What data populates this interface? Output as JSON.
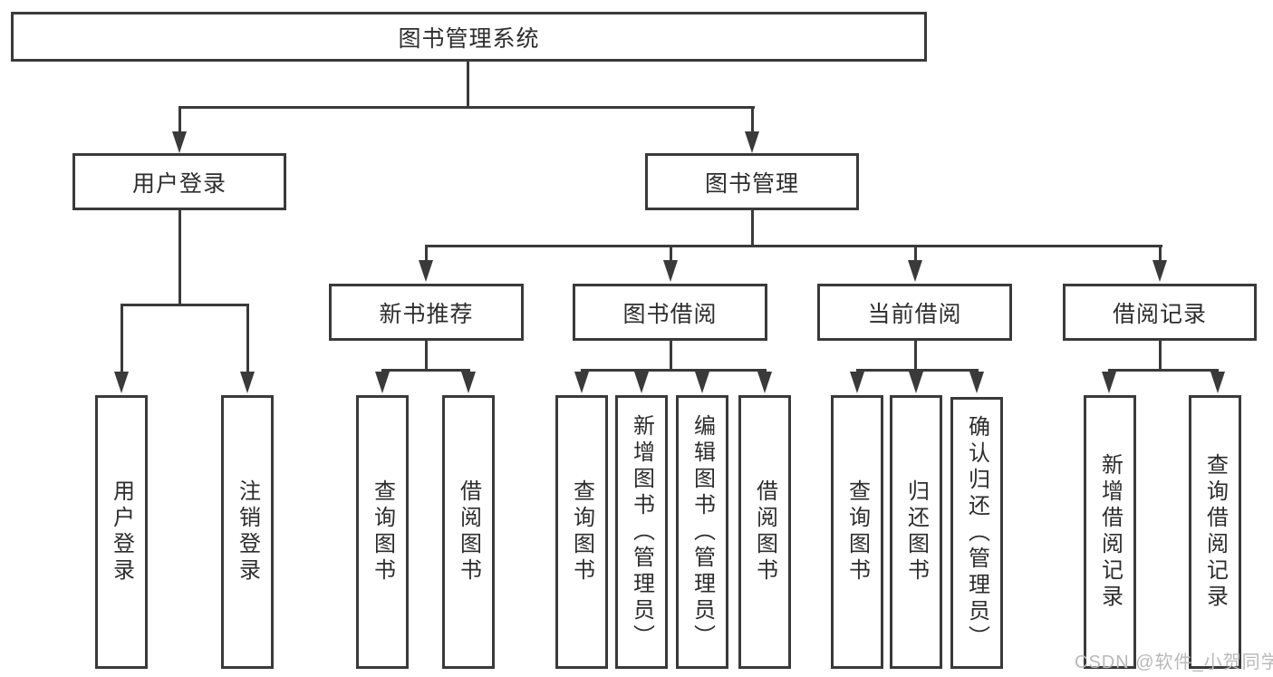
{
  "diagram": {
    "title": "图书管理系统",
    "level2": [
      {
        "label": "用户登录"
      },
      {
        "label": "图书管理"
      }
    ],
    "level3": [
      {
        "label": "新书推荐",
        "parent": "图书管理"
      },
      {
        "label": "图书借阅",
        "parent": "图书管理"
      },
      {
        "label": "当前借阅",
        "parent": "图书管理"
      },
      {
        "label": "借阅记录",
        "parent": "图书管理"
      }
    ],
    "leaves": [
      {
        "label": "用户登录",
        "parent": "用户登录"
      },
      {
        "label": "注销登录",
        "parent": "用户登录"
      },
      {
        "label": "查询图书",
        "parent": "新书推荐"
      },
      {
        "label": "借阅图书",
        "parent": "新书推荐"
      },
      {
        "label": "查询图书",
        "parent": "图书借阅"
      },
      {
        "label": "新增图书（管理员）",
        "parent": "图书借阅"
      },
      {
        "label": "编辑图书（管理员）",
        "parent": "图书借阅"
      },
      {
        "label": "借阅图书",
        "parent": "图书借阅"
      },
      {
        "label": "查询图书",
        "parent": "当前借阅"
      },
      {
        "label": "归还图书",
        "parent": "当前借阅"
      },
      {
        "label": "确认归还（管理员）",
        "parent": "当前借阅"
      },
      {
        "label": "新增借阅记录",
        "parent": "借阅记录"
      },
      {
        "label": "查询借阅记录",
        "parent": "借阅记录"
      }
    ]
  },
  "watermark": "CSDN @软件_小贺同学",
  "colors": {
    "line": "#3a3a3a",
    "text": "#2d2d2d",
    "watermark": "#b9b9b9",
    "background": "#ffffff"
  }
}
